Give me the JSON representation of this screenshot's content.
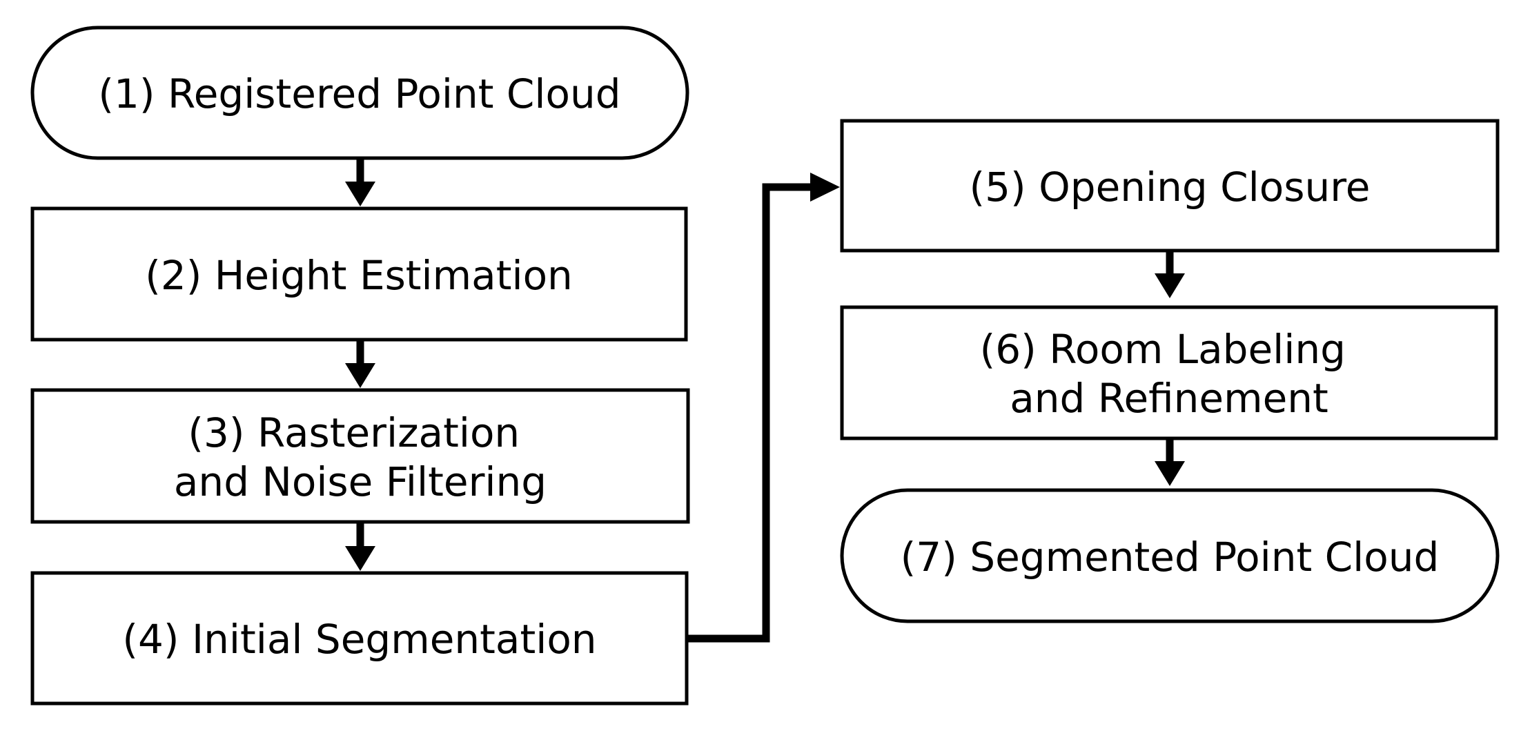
{
  "nodes": [
    {
      "id": "n1",
      "shape": "terminal",
      "lines": [
        "(1) Registered Point Cloud"
      ]
    },
    {
      "id": "n2",
      "shape": "process",
      "lines": [
        "(2) Height Estimation"
      ]
    },
    {
      "id": "n3",
      "shape": "process",
      "lines": [
        "(3) Rasterization",
        "and Noise Filtering"
      ]
    },
    {
      "id": "n4",
      "shape": "process",
      "lines": [
        "(4) Initial Segmentation"
      ]
    },
    {
      "id": "n5",
      "shape": "process",
      "lines": [
        "(5) Opening Closure"
      ]
    },
    {
      "id": "n6",
      "shape": "process",
      "lines": [
        "(6) Room Labeling",
        "and Refinement"
      ]
    },
    {
      "id": "n7",
      "shape": "terminal",
      "lines": [
        "(7) Segmented Point Cloud"
      ]
    }
  ],
  "edges": [
    {
      "from": "n1",
      "to": "n2"
    },
    {
      "from": "n2",
      "to": "n3"
    },
    {
      "from": "n3",
      "to": "n4"
    },
    {
      "from": "n4",
      "to": "n5"
    },
    {
      "from": "n5",
      "to": "n6"
    },
    {
      "from": "n6",
      "to": "n7"
    }
  ],
  "colors": {
    "stroke": "#000000",
    "fill": "#ffffff",
    "text": "#000000"
  }
}
